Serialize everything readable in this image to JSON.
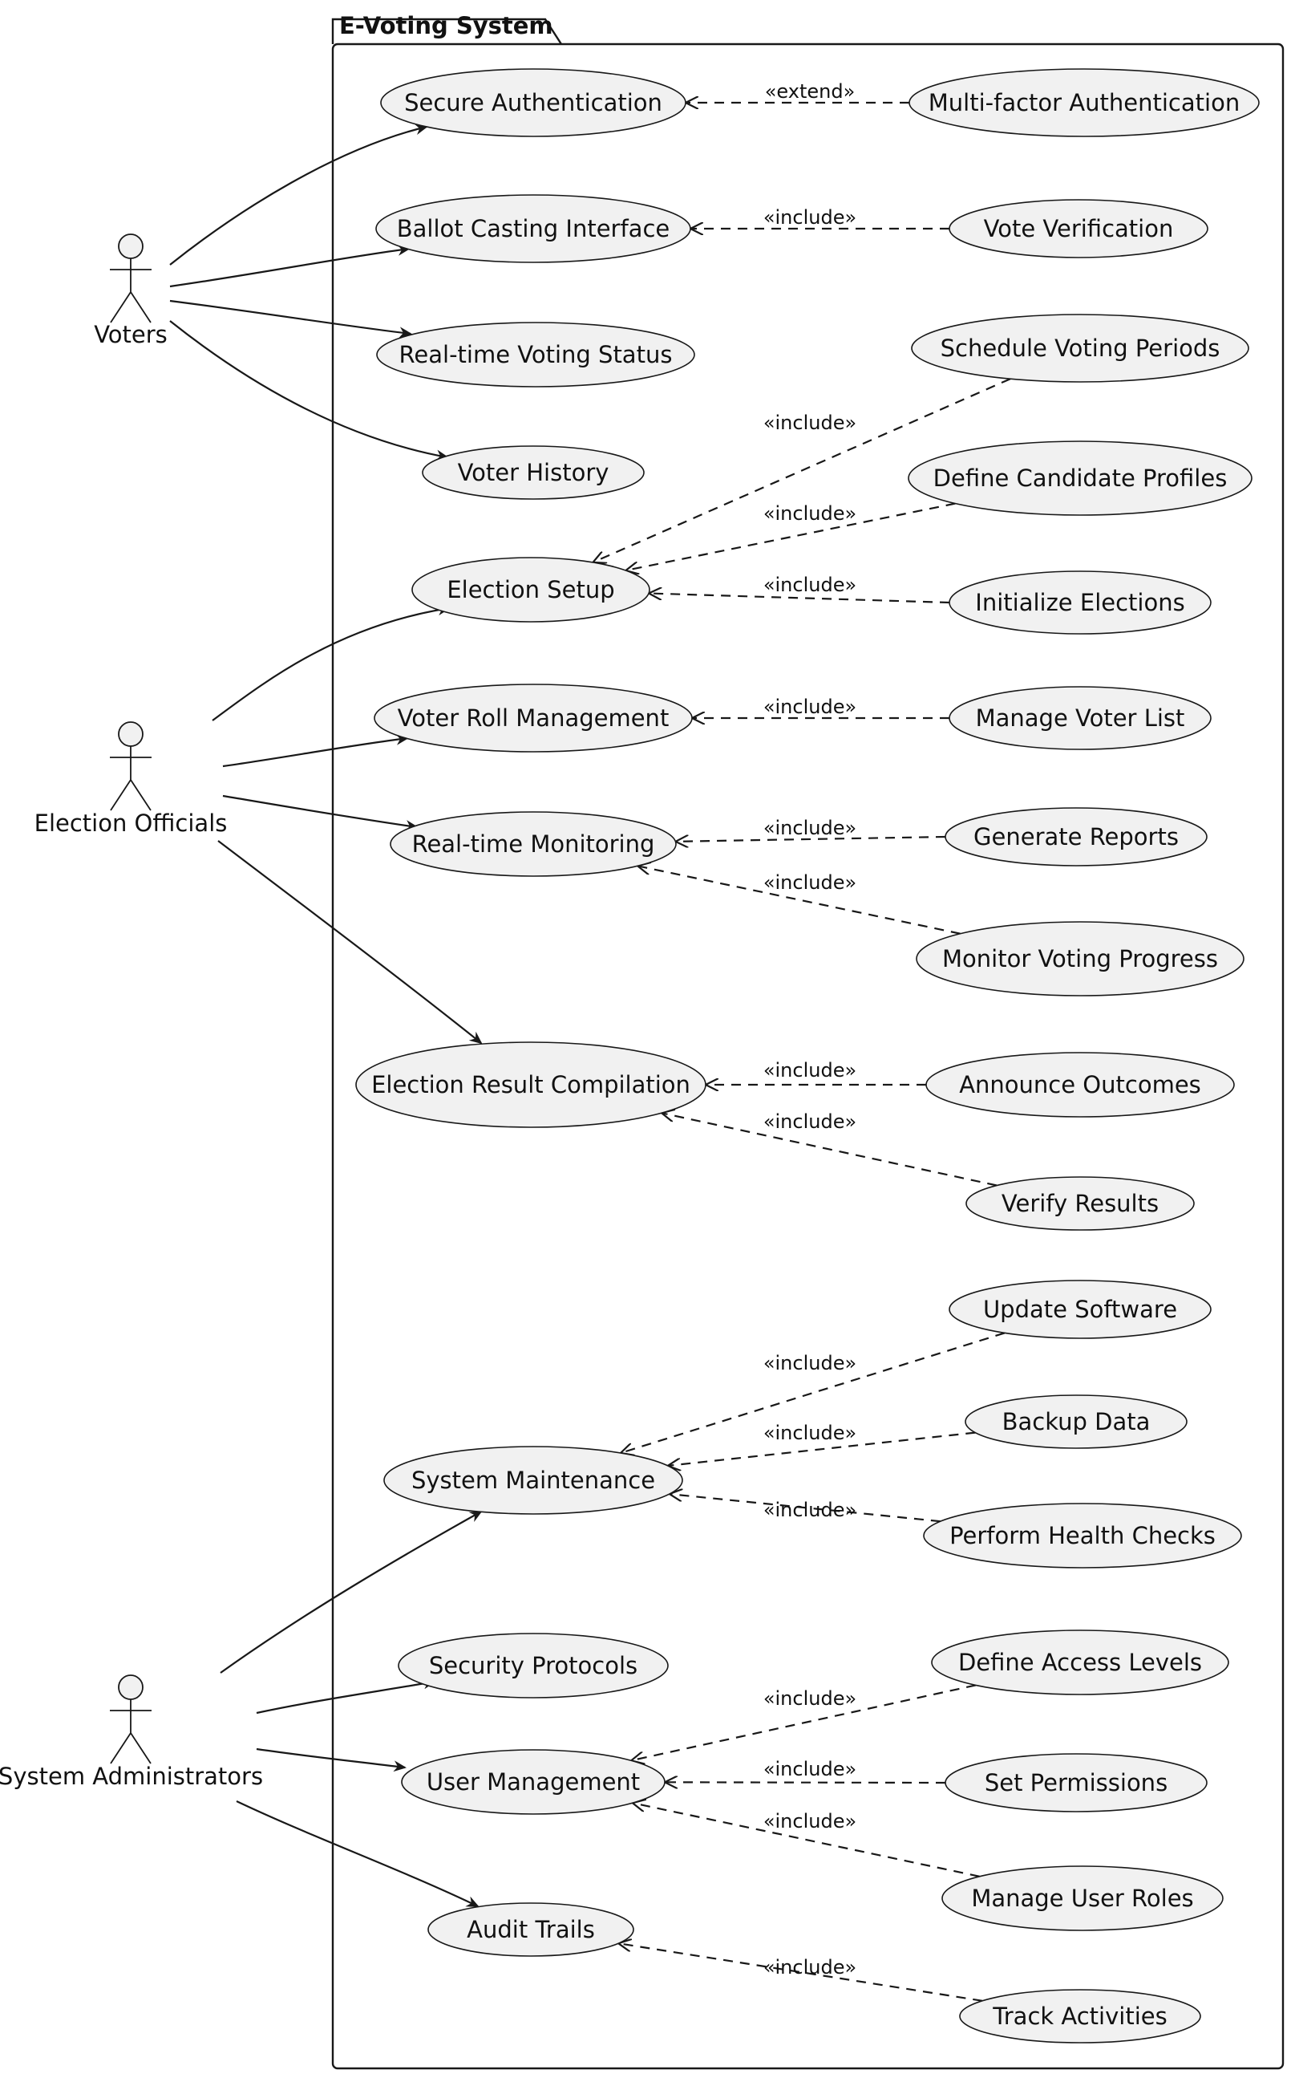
{
  "package": {
    "title": "E-Voting System"
  },
  "actors": [
    {
      "id": "voters",
      "label": "Voters"
    },
    {
      "id": "officials",
      "label": "Election Officials"
    },
    {
      "id": "admins",
      "label": "System Administrators"
    }
  ],
  "use_cases": [
    {
      "id": "secure_auth",
      "label": "Secure Authentication"
    },
    {
      "id": "ballot_casting",
      "label": "Ballot Casting Interface"
    },
    {
      "id": "rt_status",
      "label": "Real-time Voting Status"
    },
    {
      "id": "voter_history",
      "label": "Voter History"
    },
    {
      "id": "election_setup",
      "label": "Election Setup"
    },
    {
      "id": "voter_roll",
      "label": "Voter Roll Management"
    },
    {
      "id": "rt_monitoring",
      "label": "Real-time Monitoring"
    },
    {
      "id": "result_compilation",
      "label": "Election Result Compilation"
    },
    {
      "id": "sys_maintenance",
      "label": "System Maintenance"
    },
    {
      "id": "security_protocols",
      "label": "Security Protocols"
    },
    {
      "id": "user_mgmt",
      "label": "User Management"
    },
    {
      "id": "audit_trails",
      "label": "Audit Trails"
    },
    {
      "id": "mfa",
      "label": "Multi-factor Authentication"
    },
    {
      "id": "vote_verification",
      "label": "Vote Verification"
    },
    {
      "id": "schedule_periods",
      "label": "Schedule Voting Periods"
    },
    {
      "id": "candidate_profiles",
      "label": "Define Candidate Profiles"
    },
    {
      "id": "init_elections",
      "label": "Initialize Elections"
    },
    {
      "id": "manage_voter_list",
      "label": "Manage Voter List"
    },
    {
      "id": "generate_reports",
      "label": "Generate Reports"
    },
    {
      "id": "monitor_progress",
      "label": "Monitor Voting Progress"
    },
    {
      "id": "announce_outcomes",
      "label": "Announce Outcomes"
    },
    {
      "id": "verify_results",
      "label": "Verify Results"
    },
    {
      "id": "update_software",
      "label": "Update Software"
    },
    {
      "id": "backup_data",
      "label": "Backup Data"
    },
    {
      "id": "health_checks",
      "label": "Perform Health Checks"
    },
    {
      "id": "access_levels",
      "label": "Define Access Levels"
    },
    {
      "id": "set_permissions",
      "label": "Set Permissions"
    },
    {
      "id": "manage_roles",
      "label": "Manage User Roles"
    },
    {
      "id": "track_activities",
      "label": "Track Activities"
    }
  ],
  "associations": [
    {
      "from": "voters",
      "to": "secure_auth"
    },
    {
      "from": "voters",
      "to": "ballot_casting"
    },
    {
      "from": "voters",
      "to": "rt_status"
    },
    {
      "from": "voters",
      "to": "voter_history"
    },
    {
      "from": "officials",
      "to": "election_setup"
    },
    {
      "from": "officials",
      "to": "voter_roll"
    },
    {
      "from": "officials",
      "to": "rt_monitoring"
    },
    {
      "from": "officials",
      "to": "result_compilation"
    },
    {
      "from": "admins",
      "to": "sys_maintenance"
    },
    {
      "from": "admins",
      "to": "security_protocols"
    },
    {
      "from": "admins",
      "to": "user_mgmt"
    },
    {
      "from": "admins",
      "to": "audit_trails"
    }
  ],
  "dependencies": [
    {
      "from": "mfa",
      "to": "secure_auth",
      "label": "«extend»"
    },
    {
      "from": "vote_verification",
      "to": "ballot_casting",
      "label": "«include»"
    },
    {
      "from": "schedule_periods",
      "to": "election_setup",
      "label": "«include»"
    },
    {
      "from": "candidate_profiles",
      "to": "election_setup",
      "label": "«include»"
    },
    {
      "from": "init_elections",
      "to": "election_setup",
      "label": "«include»"
    },
    {
      "from": "manage_voter_list",
      "to": "voter_roll",
      "label": "«include»"
    },
    {
      "from": "generate_reports",
      "to": "rt_monitoring",
      "label": "«include»"
    },
    {
      "from": "monitor_progress",
      "to": "rt_monitoring",
      "label": "«include»"
    },
    {
      "from": "announce_outcomes",
      "to": "result_compilation",
      "label": "«include»"
    },
    {
      "from": "verify_results",
      "to": "result_compilation",
      "label": "«include»"
    },
    {
      "from": "update_software",
      "to": "sys_maintenance",
      "label": "«include»"
    },
    {
      "from": "backup_data",
      "to": "sys_maintenance",
      "label": "«include»"
    },
    {
      "from": "health_checks",
      "to": "sys_maintenance",
      "label": "«include»"
    },
    {
      "from": "access_levels",
      "to": "user_mgmt",
      "label": "«include»"
    },
    {
      "from": "set_permissions",
      "to": "user_mgmt",
      "label": "«include»"
    },
    {
      "from": "manage_roles",
      "to": "user_mgmt",
      "label": "«include»"
    },
    {
      "from": "track_activities",
      "to": "audit_trails",
      "label": "«include»"
    }
  ]
}
